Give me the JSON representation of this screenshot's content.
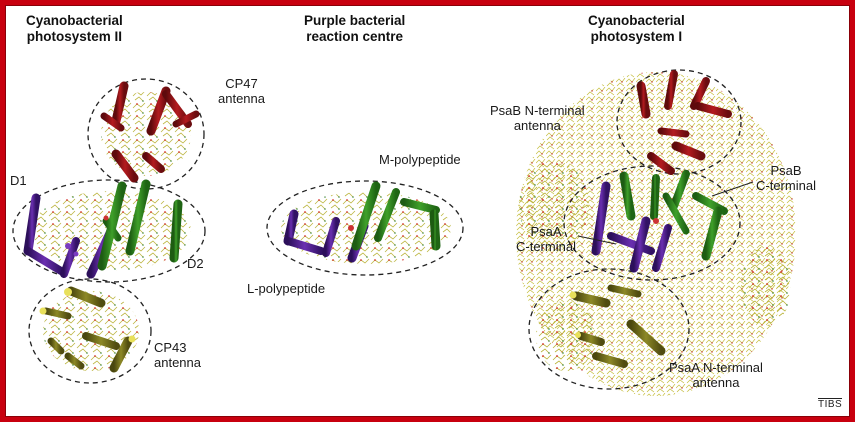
{
  "panels": {
    "psii": {
      "title_line1": "Cyanobacterial",
      "title_line2": "photosystem II"
    },
    "prc": {
      "title_line1": "Purple bacterial",
      "title_line2": "reaction centre"
    },
    "psi": {
      "title_line1": "Cyanobacterial",
      "title_line2": "photosystem I"
    }
  },
  "labels": {
    "cp47_1": "CP47",
    "cp47_2": "antenna",
    "d1": "D1",
    "d2": "D2",
    "cp43_1": "CP43",
    "cp43_2": "antenna",
    "m_poly": "M-polypeptide",
    "l_poly": "L-polypeptide",
    "psab_n_1": "PsaB N-terminal",
    "psab_n_2": "antenna",
    "psab_c_1": "PsaB",
    "psab_c_2": "C-terminal",
    "psaa_c_1": "PsaA",
    "psaa_c_2": "C-terminal",
    "psaa_n_1": "PsaA N-terminal",
    "psaa_n_2": "antenna"
  },
  "credit": "TIBS",
  "colors": {
    "border": "#c8000f",
    "red_helix": "#9b1418",
    "green_helix": "#2e8a1f",
    "purple_helix": "#4b1e8c",
    "olive_helix": "#6d6a1a",
    "pigment": "#c9c23a"
  }
}
